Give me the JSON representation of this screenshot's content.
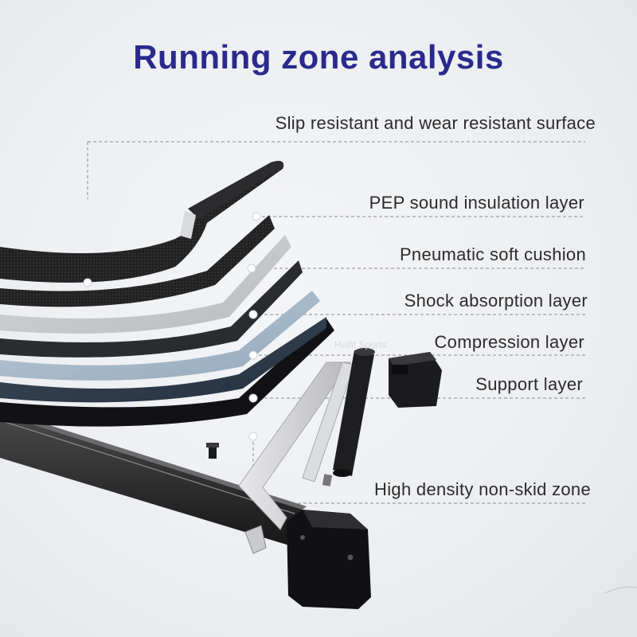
{
  "title": "Running zone analysis",
  "watermark": "Helfit Sports",
  "labels": [
    "Slip resistant and wear resistant surface",
    "PEP sound insulation layer",
    "Pneumatic soft cushion",
    "Shock absorption layer",
    "Compression layer",
    "Support layer",
    "High density non-skid zone"
  ],
  "colors": {
    "title": "#2a2a8c",
    "label": "#2b2b2b",
    "leader": "#8a8a8a",
    "belt": "#1c1c1e",
    "blue_layer": "#a9bccd",
    "gray_layer": "#c9cbcf"
  }
}
